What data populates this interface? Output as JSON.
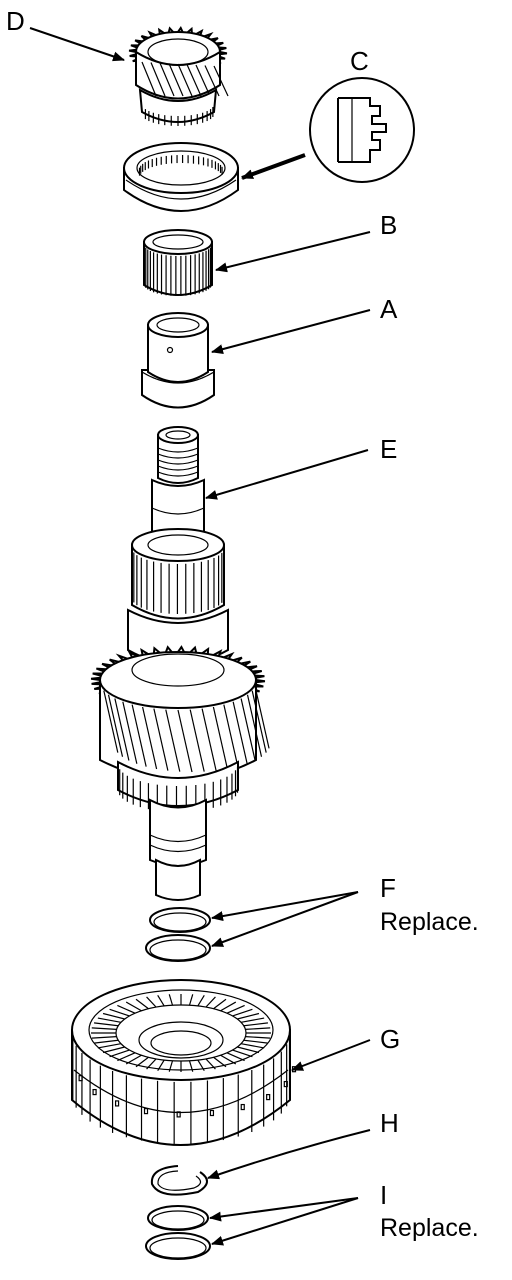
{
  "labels": {
    "A": "A",
    "B": "B",
    "C": "C",
    "D": "D",
    "E": "E",
    "F": "F",
    "G": "G",
    "H": "H",
    "I": "I"
  },
  "notes": {
    "F_note": "Replace.",
    "I_note": "Replace."
  },
  "colors": {
    "ink": "#000000",
    "paper": "#ffffff"
  }
}
